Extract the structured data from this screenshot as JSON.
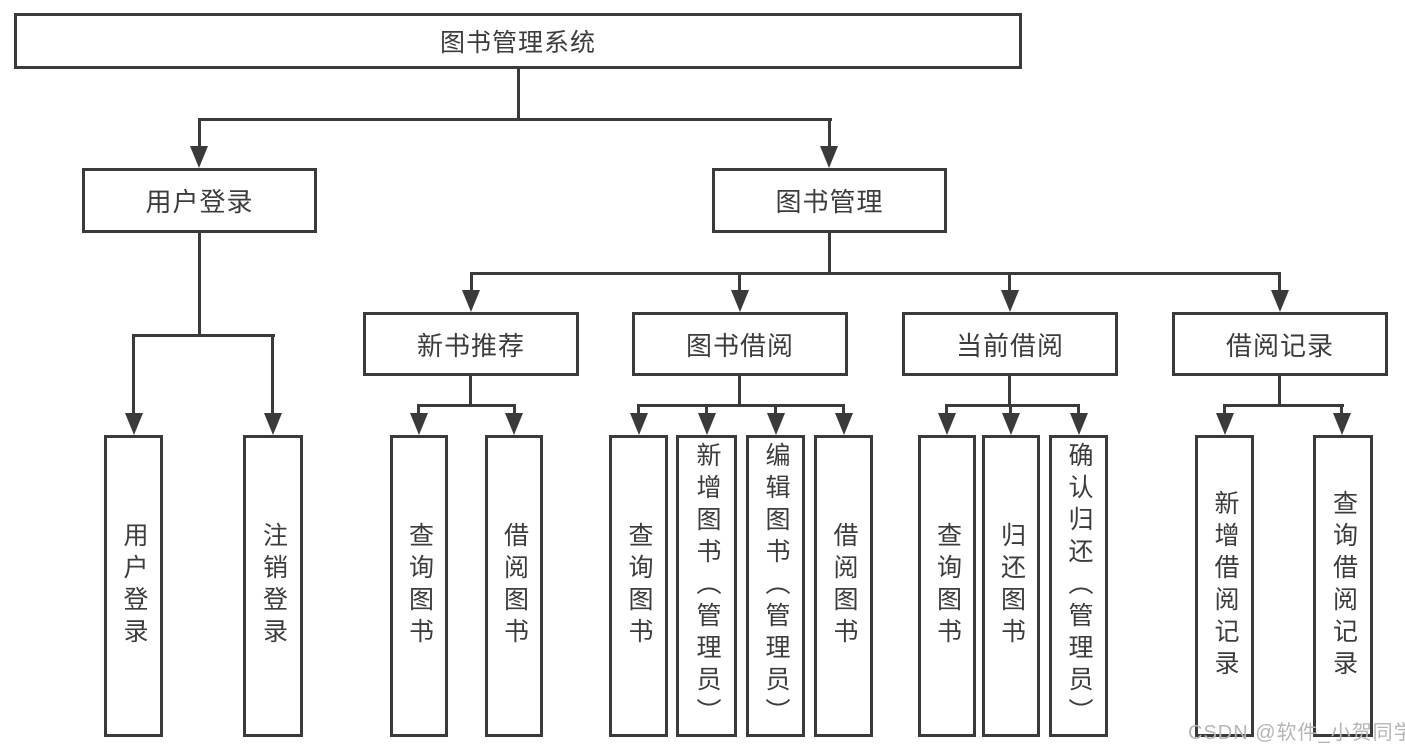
{
  "diagram": {
    "root": {
      "label": "图书管理系统"
    },
    "branches": [
      {
        "label": "用户登录",
        "children": [
          {
            "label": "用户登录"
          },
          {
            "label": "注销登录"
          }
        ]
      },
      {
        "label": "图书管理",
        "children": [
          {
            "label": "新书推荐",
            "children": [
              {
                "label": "查询图书"
              },
              {
                "label": "借阅图书"
              }
            ]
          },
          {
            "label": "图书借阅",
            "children": [
              {
                "label": "查询图书"
              },
              {
                "label": "新增图书（管理员）"
              },
              {
                "label": "编辑图书（管理员）"
              },
              {
                "label": "借阅图书"
              }
            ]
          },
          {
            "label": "当前借阅",
            "children": [
              {
                "label": "查询图书"
              },
              {
                "label": "归还图书"
              },
              {
                "label": "确认归还（管理员）"
              }
            ]
          },
          {
            "label": "借阅记录",
            "children": [
              {
                "label": "新增借阅记录"
              },
              {
                "label": "查询借阅记录"
              }
            ]
          }
        ]
      }
    ]
  },
  "watermark": "CSDN @软件_小贺同学",
  "colors": {
    "line": "#3a3a3a",
    "text": "#3c3c3c",
    "watermark": "#b5b5b5",
    "background": "#ffffff"
  }
}
